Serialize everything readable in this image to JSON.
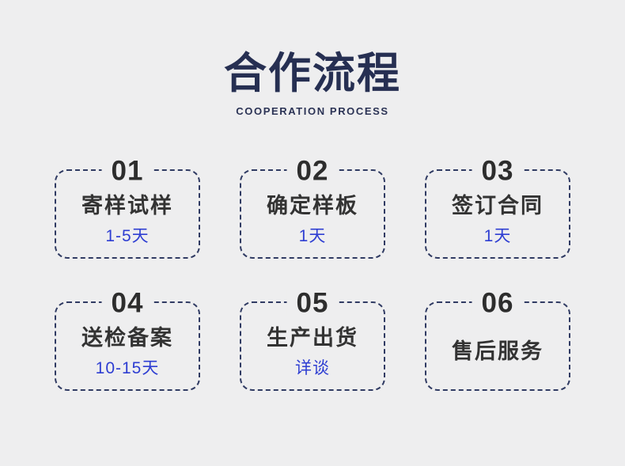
{
  "header": {
    "title": "合作流程",
    "subtitle": "COOPERATION PROCESS"
  },
  "colors": {
    "background": "#eeeeef",
    "title_navy": "#262f52",
    "card_border_navy": "#303b63",
    "step_number": "#2d2d2d",
    "step_label": "#333333",
    "duration_blue": "#2e3ed2"
  },
  "cards": [
    {
      "number": "01",
      "label": "寄样试样",
      "duration": "1-5天"
    },
    {
      "number": "02",
      "label": "确定样板",
      "duration": "1天"
    },
    {
      "number": "03",
      "label": "签订合同",
      "duration": "1天"
    },
    {
      "number": "04",
      "label": "送检备案",
      "duration": "10-15天"
    },
    {
      "number": "05",
      "label": "生产出货",
      "duration": "详谈"
    },
    {
      "number": "06",
      "label": "售后服务",
      "duration": ""
    }
  ]
}
